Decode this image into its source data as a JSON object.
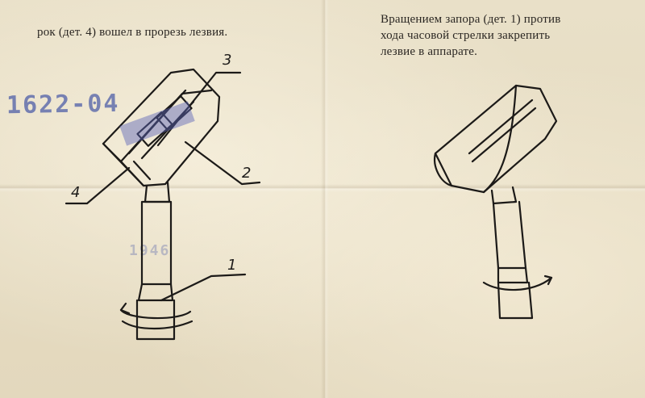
{
  "left_paragraph": {
    "lines": [
      "рок (дет. 4) вошел в прорезь лезвия."
    ]
  },
  "right_paragraph": {
    "lines": [
      "Вращением запора (дет. 1) против",
      "хода часовой стрелки закрепить",
      "лезвие в аппарате."
    ]
  },
  "stamps": {
    "main": "1622-04",
    "faint": "1946"
  },
  "callouts": {
    "part_3": "3",
    "part_2": "2",
    "part_4": "4",
    "part_1": "1"
  },
  "figures": [
    {
      "name": "razor-assembly-open",
      "label_refs": [
        "3",
        "2",
        "4",
        "1"
      ]
    },
    {
      "name": "razor-assembly-closed",
      "label_refs": []
    }
  ],
  "colors": {
    "paper": "#e6dcc2",
    "ink": "#2a2622",
    "stamp": "#4f5fa8"
  }
}
